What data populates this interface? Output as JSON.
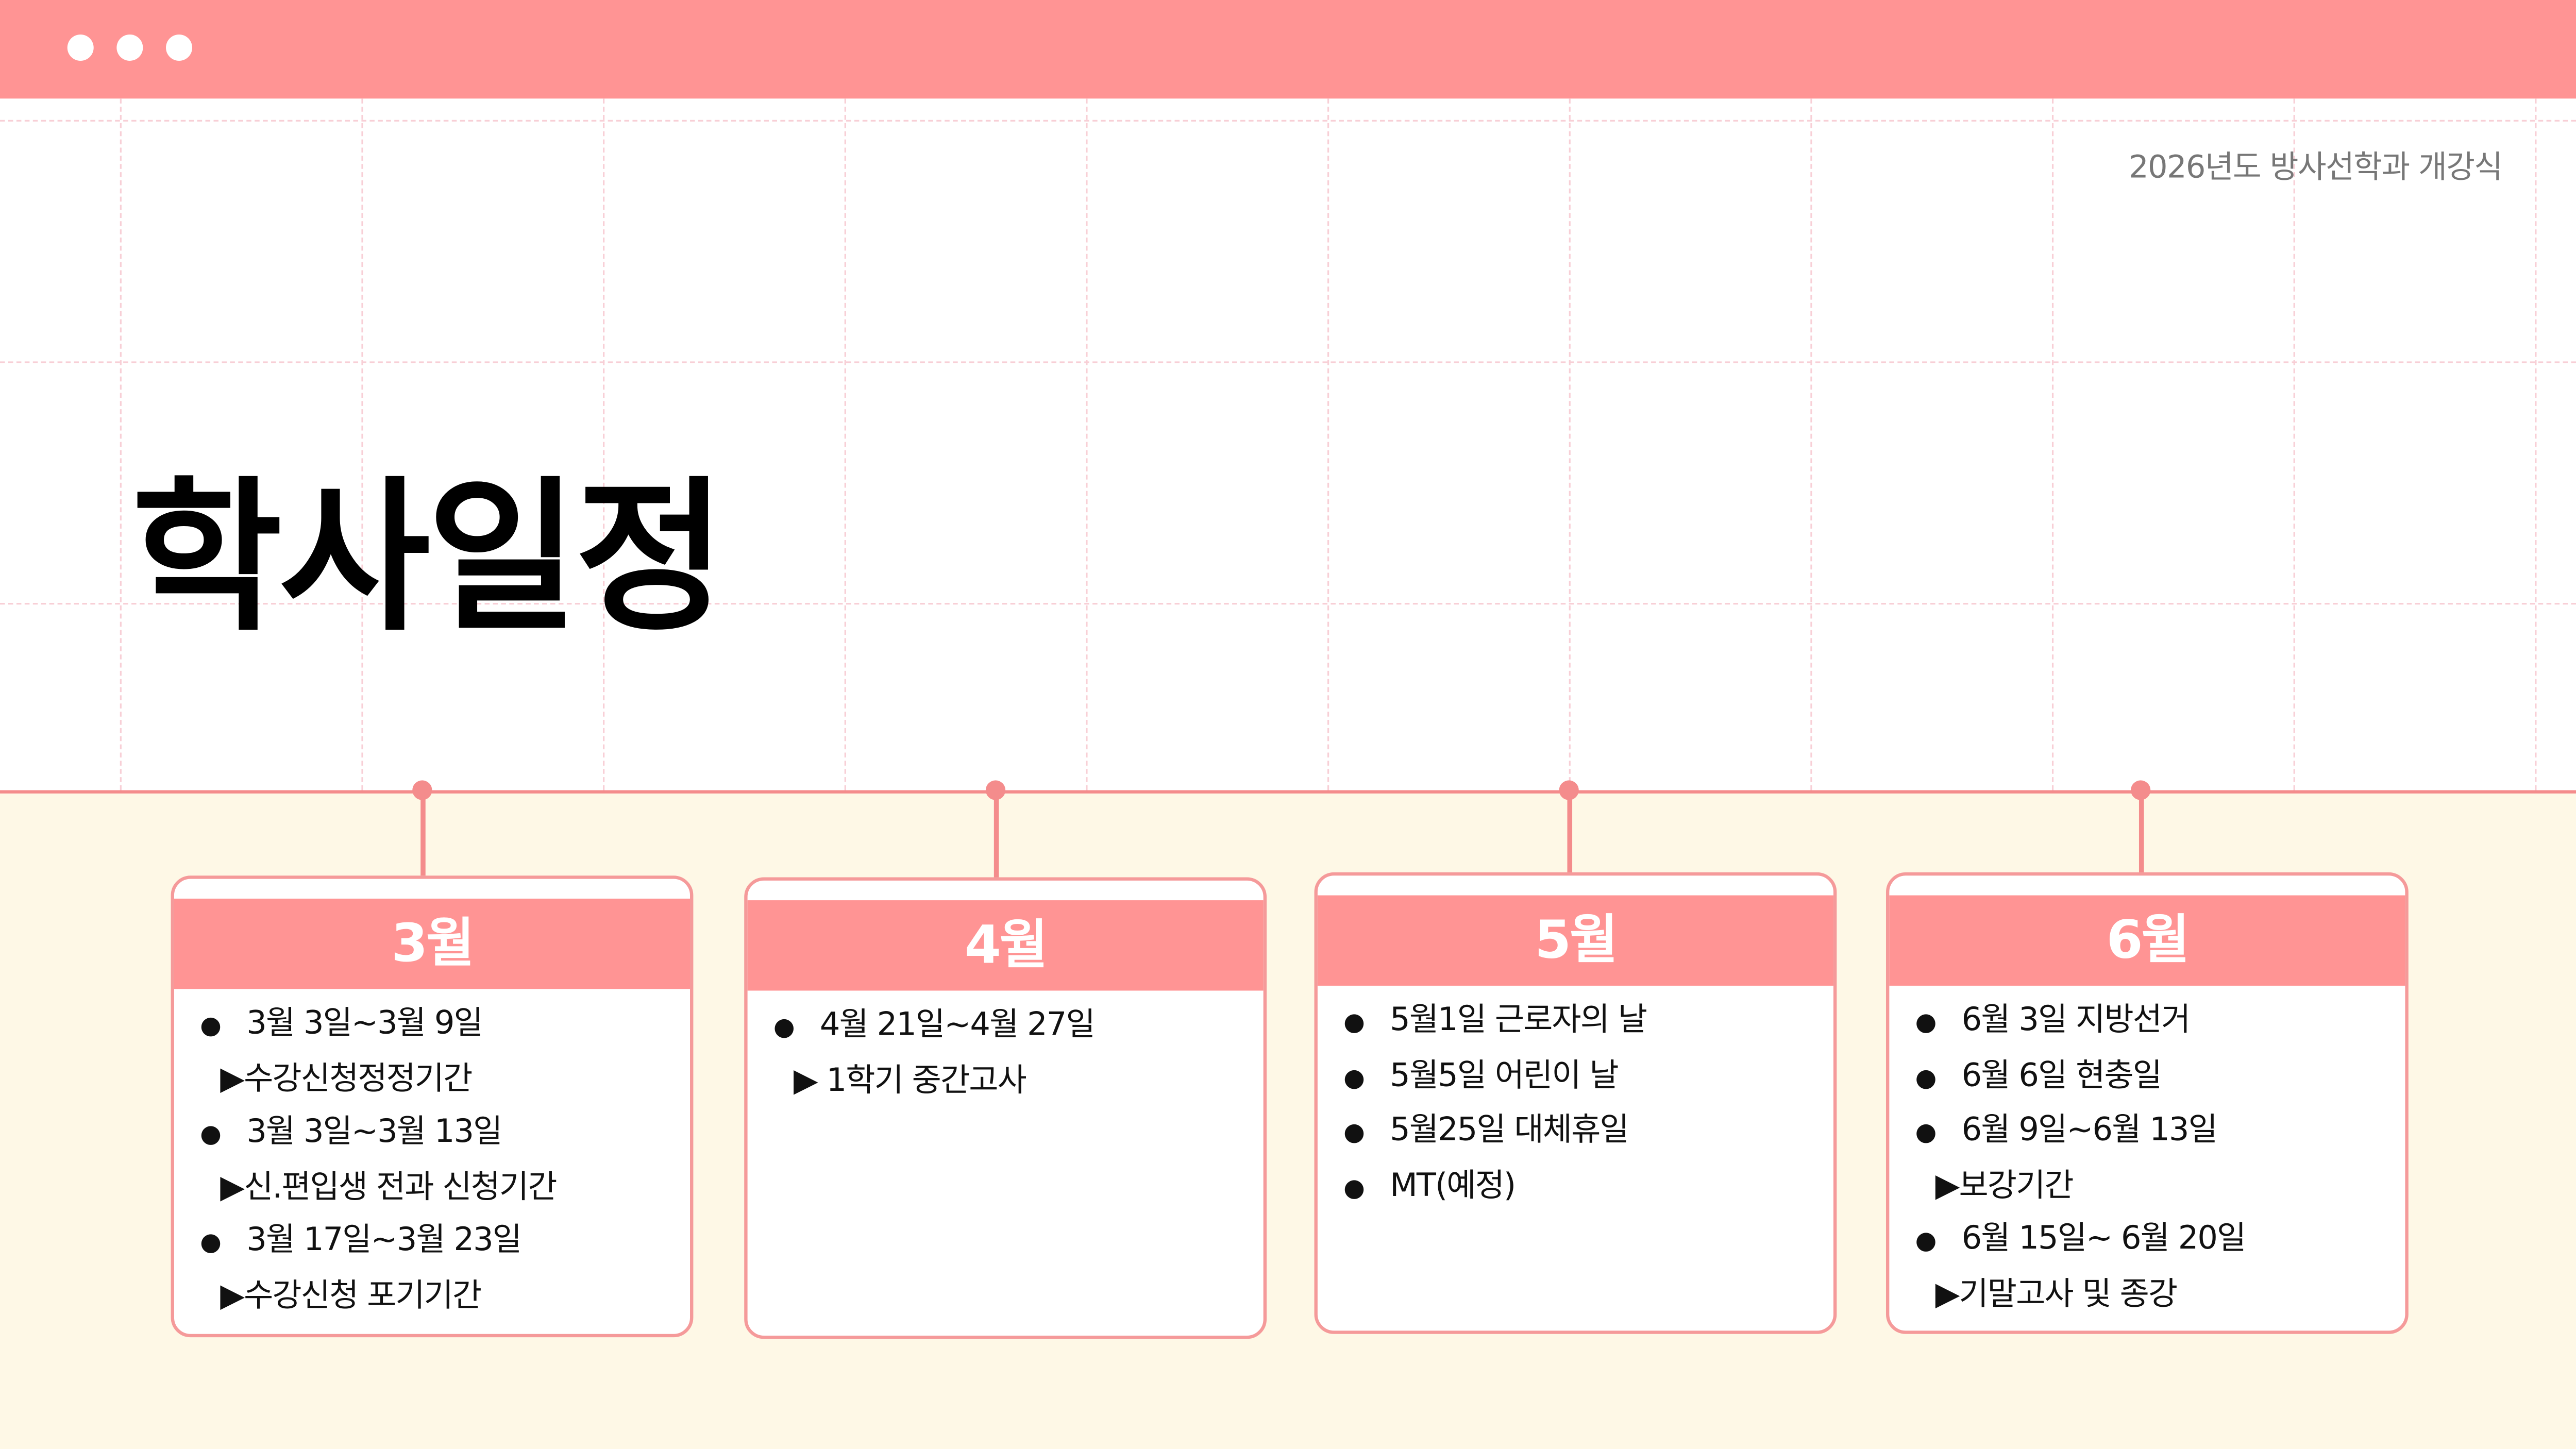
{
  "window": {
    "controls": [
      "close",
      "minimize",
      "maximize"
    ]
  },
  "header": {
    "subtitle": "2026년도 방사선학과 개강식",
    "title": "학사일정"
  },
  "colors": {
    "accent": "#ff9494",
    "timeline": "#f48c8c",
    "background_bottom": "#fef8e6",
    "grid": "#f8cfd6"
  },
  "months": [
    {
      "label": "3월",
      "items": [
        {
          "type": "bullet",
          "text": "3월 3일~3월 9일"
        },
        {
          "type": "arrow",
          "text": "▶수강신청정정기간"
        },
        {
          "type": "bullet",
          "text": "3월 3일~3월 13일"
        },
        {
          "type": "arrow",
          "text": "▶신.편입생 전과 신청기간"
        },
        {
          "type": "bullet",
          "text": "3월 17일~3월 23일"
        },
        {
          "type": "arrow",
          "text": "▶수강신청 포기기간"
        }
      ]
    },
    {
      "label": "4월",
      "items": [
        {
          "type": "bullet",
          "text": "4월 21일~4월 27일"
        },
        {
          "type": "arrow",
          "text": "▶ 1학기 중간고사"
        }
      ]
    },
    {
      "label": "5월",
      "items": [
        {
          "type": "bullet",
          "text": "5월1일 근로자의 날"
        },
        {
          "type": "bullet",
          "text": "5월5일 어린이 날"
        },
        {
          "type": "bullet",
          "text": "5월25일 대체휴일"
        },
        {
          "type": "bullet",
          "text": "MT(예정)"
        }
      ]
    },
    {
      "label": "6월",
      "items": [
        {
          "type": "bullet",
          "text": "6월 3일 지방선거"
        },
        {
          "type": "bullet",
          "text": "6월 6일 현충일"
        },
        {
          "type": "bullet",
          "text": "6월 9일~6월 13일"
        },
        {
          "type": "arrow",
          "text": "▶보강기간"
        },
        {
          "type": "bullet",
          "text": "6월 15일~ 6월 20일"
        },
        {
          "type": "arrow",
          "text": "▶기말고사 및 종강"
        }
      ]
    }
  ]
}
